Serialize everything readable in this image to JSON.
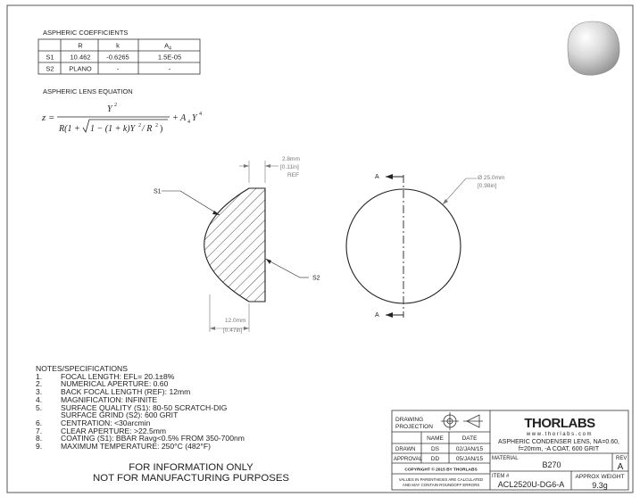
{
  "coeff_table": {
    "title": "ASPHERIC COEFFICIENTS",
    "headers": [
      "",
      "R",
      "k",
      "A4"
    ],
    "rows": [
      [
        "S1",
        "10.462",
        "-0.6265",
        "1.5E-05"
      ],
      [
        "S2",
        "PLANO",
        "-",
        "-"
      ]
    ]
  },
  "equation": {
    "title": "ASPHERIC LENS EQUATION"
  },
  "side_view": {
    "label_s1": "S1",
    "label_s2": "S2",
    "thickness_mm": "2.8mm",
    "thickness_in": "[0.11in]",
    "thickness_ref": "REF",
    "width_mm": "12.0mm",
    "width_in": "[0.47in]"
  },
  "front_view": {
    "section_label_top": "A",
    "section_label_bottom": "A",
    "diameter_mm": "Ø 25.0mm",
    "diameter_in": "[0.98in]"
  },
  "notes": {
    "title": "NOTES/SPECIFICATIONS",
    "items": [
      {
        "num": "1.",
        "text": "FOCAL LENGTH: EFL= 20.1±8%"
      },
      {
        "num": "2.",
        "text": "NUMERICAL APERTURE: 0.60"
      },
      {
        "num": "3.",
        "text": "BACK FOCAL LENGTH (REF): 12mm"
      },
      {
        "num": "4.",
        "text": "MAGNIFICATION: INFINITE"
      },
      {
        "num": "5.",
        "text": "SURFACE QUALITY (S1): 80-50 SCRATCH-DIG"
      },
      {
        "num": "",
        "text": "SURFACE GRIND (S2): 600 GRIT"
      },
      {
        "num": "6.",
        "text": "CENTRATION: <30arcmin"
      },
      {
        "num": "7.",
        "text": "CLEAR APERTURE: >22.5mm"
      },
      {
        "num": "8.",
        "text": "COATING (S1): BBAR Ravg<0.5% FROM 350-700nm"
      },
      {
        "num": "9.",
        "text": "MAXIMUM TEMPERATURE: 250°C (482°F)"
      }
    ]
  },
  "disclaimer": {
    "line1": "FOR INFORMATION ONLY",
    "line2": "NOT FOR MANUFACTURING PURPOSES"
  },
  "title_block": {
    "drawing_projection_1": "DRAWING",
    "drawing_projection_2": "PROJECTION",
    "col_name": "NAME",
    "col_date": "DATE",
    "drawn_label": "DRAWN",
    "drawn_name": "DS",
    "drawn_date": "02/JAN/15",
    "approval_label": "APPROVAL",
    "approval_name": "DD",
    "approval_date": "05/JAN/15",
    "copyright": "COPYRIGHT © 2015 BY THORLABS",
    "values_note_1": "VALUES IN PARENTHESIS ARE CALCULATED",
    "values_note_2": "AND MAY CONTAIN ROUNDOFF ERRORS",
    "logo": "THORLABS",
    "website": "www.thorlabs.com",
    "description_1": "ASPHERIC CONDENSER LENS, NA=0.60,",
    "description_2": "f=20mm, -A COAT, 600 GRIT",
    "material_label": "MATERIAL",
    "material": "B270",
    "rev_label": "REV",
    "rev": "A",
    "item_label": "ITEM #",
    "item": "ACL2520U-DG6-A",
    "weight_label": "APPROX WEIGHT",
    "weight": "9.3g"
  }
}
